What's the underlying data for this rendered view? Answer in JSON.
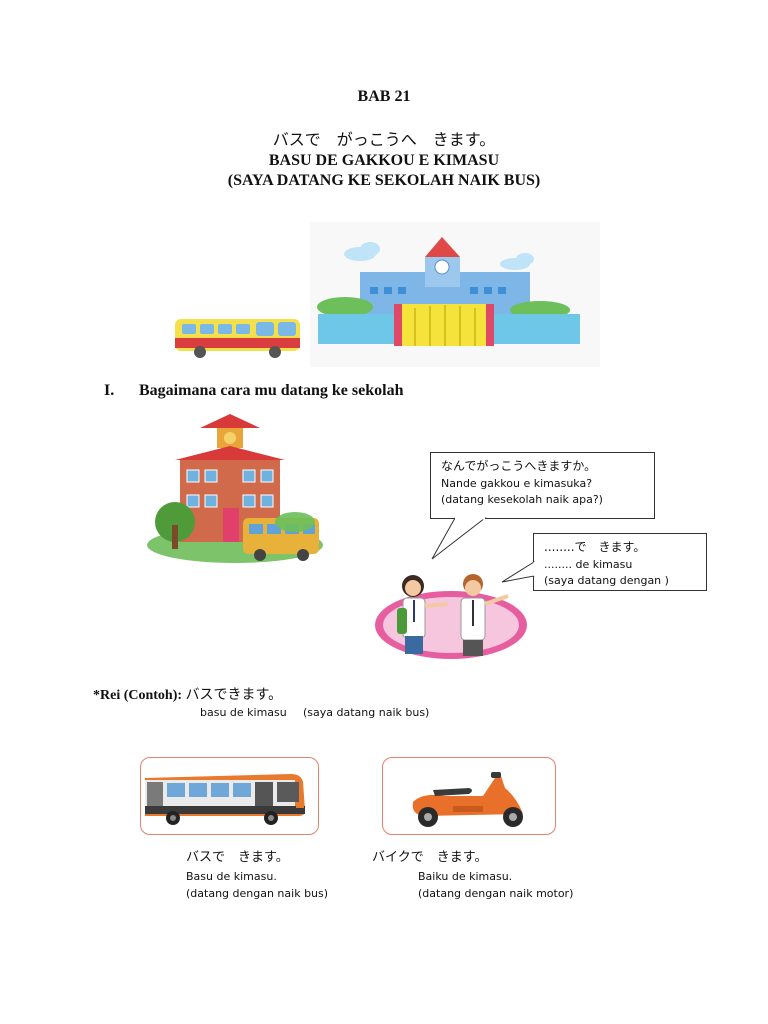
{
  "header": {
    "chapter": "BAB 21",
    "title_jp": "バスで　がっこうへ　きます。",
    "title_romaji": "BASU DE GAKKOU E KIMASU",
    "title_id": "(SAYA DATANG KE SEKOLAH NAIK BUS)"
  },
  "section1": {
    "number": "I.",
    "heading": "Bagaimana cara mu datang ke sekolah"
  },
  "bubble_question": {
    "jp": "なんでがっこうへきますか。",
    "romaji": "Nande gakkou e kimasuka?",
    "translation": "(datang kesekolah naik apa?)"
  },
  "bubble_answer": {
    "jp": "........で　きます。",
    "romaji": "........ de kimasu",
    "translation": "(saya datang dengan        )"
  },
  "example": {
    "label": "*Rei (Contoh):",
    "jp": "バスできます。",
    "romaji": "basu de kimasu",
    "translation": "(saya datang naik bus)"
  },
  "cards": [
    {
      "jp": "バスで　きます。",
      "romaji": "Basu de kimasu.",
      "translation": "(datang dengan naik bus)",
      "icon": "bus-icon"
    },
    {
      "jp": "バイクで　きます。",
      "romaji": "Baiku de kimasu.",
      "translation": "(datang dengan naik motor)",
      "icon": "scooter-icon"
    }
  ],
  "colors": {
    "card_border": "#e2826a",
    "bus_orange": "#e8792e",
    "scooter_orange": "#e8702a"
  }
}
